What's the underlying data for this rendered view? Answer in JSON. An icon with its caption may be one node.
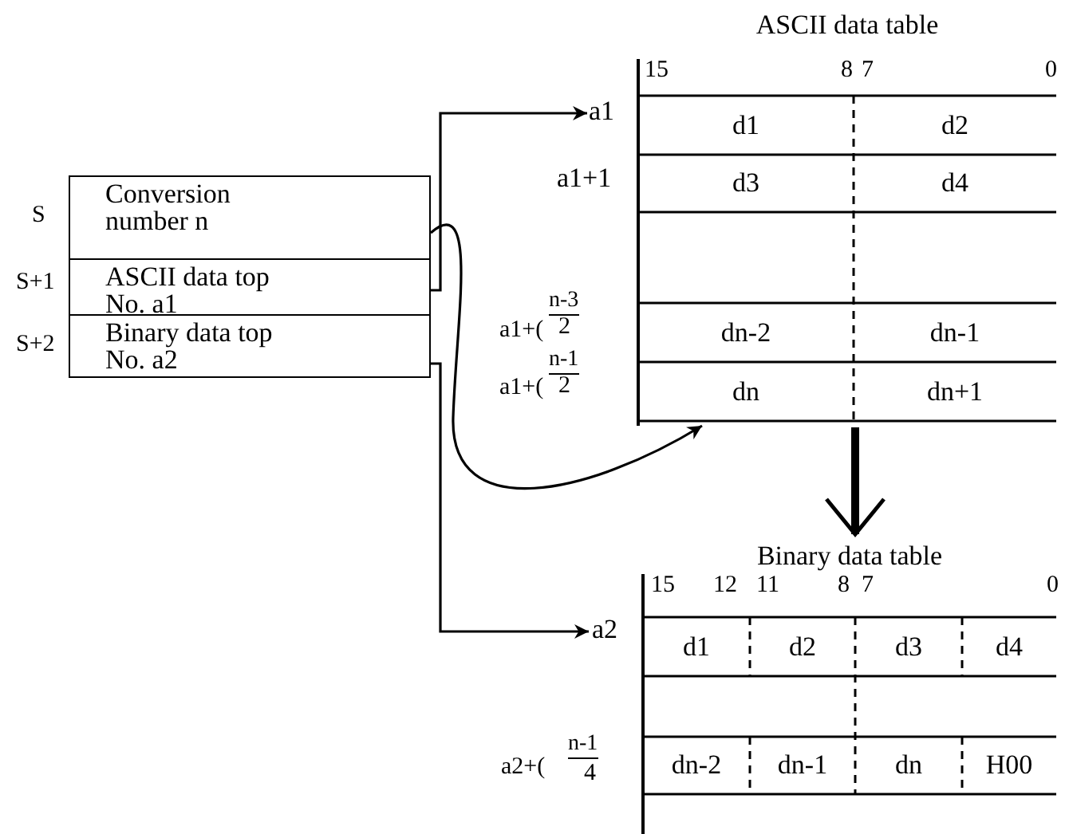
{
  "diagram": {
    "nodes": [
      {
        "text": [
          "Conversion number n"
        ]
      },
      {
        "text": [
          "ASCII data top No. a1"
        ]
      },
      {
        "text": [
          "Binary data top No. a2"
        ]
      },
      {
        "text": [
          "a1"
        ]
      },
      {
        "text": [
          "ASCII data table"
        ]
      },
      {
        "text": [
          "d1"
        ],
        "in": 4
      },
      {
        "text": [
          "d2"
        ],
        "in": 4
      },
      {
        "text": [
          "d3"
        ],
        "in": 4
      },
      {
        "text": [
          "d4"
        ],
        "in": 4
      },
      {
        "text": [
          "dn-2"
        ],
        "in": 4
      },
      {
        "text": [
          "dn-1"
        ],
        "in": 4
      },
      {
        "text": [
          "dn"
        ],
        "in": 4
      },
      {
        "text": [
          "dn+1"
        ],
        "in": 4
      },
      {
        "text": [
          "a2"
        ]
      },
      {
        "text": [
          "Binary data table"
        ]
      },
      {
        "text": [
          "d1"
        ],
        "in": 14
      },
      {
        "text": [
          "d2"
        ],
        "in": 14
      },
      {
        "text": [
          "d3"
        ],
        "in": 14
      },
      {
        "text": [
          "d4"
        ],
        "in": 14
      },
      {
        "text": [
          "dn-2"
        ],
        "in": 14
      },
      {
        "text": [
          "dn-1"
        ],
        "in": 14
      },
      {
        "text": [
          "dn"
        ],
        "in": 14
      },
      {
        "text": [
          "H00"
        ],
        "in": 14
      }
    ],
    "edges": [
      {
        "from": 1,
        "to": 3,
        "arrow": "to"
      },
      {
        "from": 0,
        "to": 4,
        "arrow": "to"
      },
      {
        "from": 2,
        "to": 13,
        "arrow": "to"
      },
      {
        "from": 4,
        "to": 14,
        "arrow": "to",
        "style": "thick"
      }
    ],
    "labels": [
      "S",
      "S+1",
      "S+2",
      "15",
      "8",
      "7",
      "0",
      "a1+1",
      "a1+(",
      "n-3",
      "2",
      "a1+(",
      "n-1",
      "2",
      "15",
      "12",
      "11",
      "8",
      "7",
      "0",
      "a2+(",
      "n-1",
      "4"
    ]
  }
}
